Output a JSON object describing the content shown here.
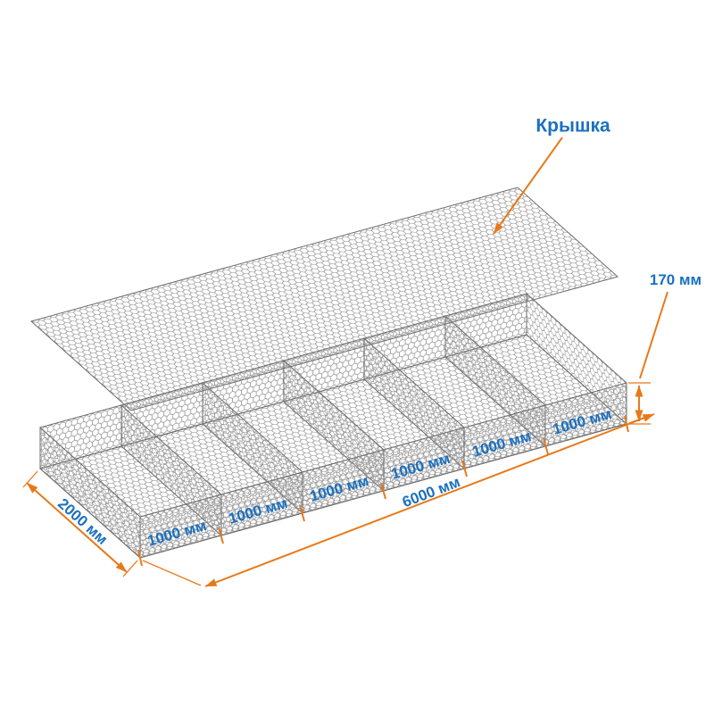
{
  "figure": {
    "callout_lid": "Крышка",
    "dimensions": {
      "height": "170 мм",
      "width": "2000 мм",
      "length": "6000 мм",
      "cells": [
        "1000 мм",
        "1000 мм",
        "1000 мм",
        "1000 мм",
        "1000 мм",
        "1000 мм"
      ]
    },
    "colors": {
      "dimension_orange": "#E8791A",
      "label_blue": "#1B70C0",
      "mesh_gray": "#8F8F8F",
      "edge_gray": "#6B6B6B"
    }
  }
}
